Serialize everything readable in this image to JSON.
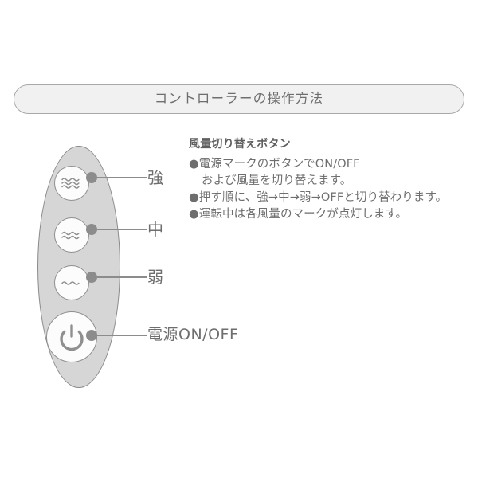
{
  "header": {
    "title": "コントローラーの操作方法"
  },
  "controller": {
    "buttons": [
      {
        "name": "high",
        "icon": "wave-3-icon",
        "waves": 3,
        "label": "強"
      },
      {
        "name": "medium",
        "icon": "wave-2-icon",
        "waves": 2,
        "label": "中"
      },
      {
        "name": "low",
        "icon": "wave-1-icon",
        "waves": 1,
        "label": "弱"
      },
      {
        "name": "power",
        "icon": "power-icon",
        "waves": 0,
        "label": "電源ON/OFF"
      }
    ]
  },
  "description": {
    "title": "風量切り替えボタン",
    "items": [
      {
        "bullet": "●",
        "line1": "電源マークのボタンでON/OFF",
        "line2": "および風量を切り替えます。"
      },
      {
        "bullet": "●",
        "line1": "押す順に、強→中→弱→OFFと切り替わります。",
        "line2": ""
      },
      {
        "bullet": "●",
        "line1": "運転中は各風量のマークが点灯します。",
        "line2": ""
      }
    ]
  },
  "colors": {
    "background": "#ffffff",
    "pill_fill": "#f1f1f1",
    "pill_border": "#a8a8a8",
    "oval_fill": "#d6d6d6",
    "oval_border": "#8a8a8a",
    "button_fill": "#fcfcfc",
    "button_border": "#8f8f8f",
    "text": "#6e6e6e",
    "connector": "#8c8c8c"
  }
}
